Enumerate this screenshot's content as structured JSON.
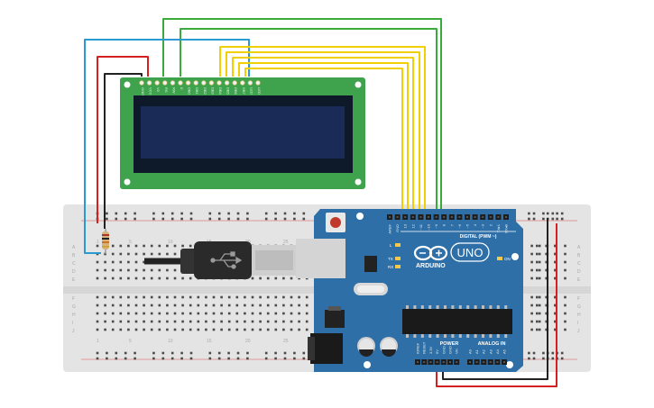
{
  "board": {
    "brand": "ARDUINO",
    "model": "UNO",
    "digital_label": "DIGITAL (PWM ~)",
    "power_label": "POWER",
    "analog_label": "ANALOG IN",
    "led_l": "L",
    "led_tx": "TX",
    "led_rx": "RX",
    "on_label": "ON",
    "digital_pins": [
      "AREF",
      "GND",
      "13",
      "12",
      "~11",
      "~10",
      "~9",
      "8",
      "7",
      "~6",
      "~5",
      "4",
      "~3",
      "2",
      "TX▸1",
      "RX◂0"
    ],
    "power_pins": [
      "IOREF",
      "RESET",
      "3.3V",
      "5V",
      "GND",
      "GND",
      "Vin"
    ],
    "analog_pins": [
      "A0",
      "A1",
      "A2",
      "A3",
      "A4",
      "A5"
    ]
  },
  "lcd": {
    "pins": [
      "GND",
      "VCC",
      "V0",
      "RS",
      "RW",
      "E",
      "DB0",
      "DB1",
      "DB2",
      "DB3",
      "DB4",
      "DB5",
      "DB6",
      "DB7",
      "LED",
      "LED"
    ]
  },
  "breadboard": {
    "col_numbers": [
      "1",
      "5",
      "10",
      "15",
      "20",
      "25"
    ],
    "row_letters_top": [
      "A",
      "B",
      "C",
      "D",
      "E"
    ],
    "row_letters_bottom": [
      "F",
      "G",
      "H",
      "I",
      "J"
    ]
  },
  "colors": {
    "board": "#2f6fa8",
    "lcd_pcb": "#3fa34d",
    "lcd_screen": "#1b2b57",
    "wire_green": "#3aaa3a",
    "wire_yellow": "#f0d000",
    "wire_red": "#d42020",
    "wire_blue": "#2a9ad0",
    "wire_black": "#222222"
  }
}
